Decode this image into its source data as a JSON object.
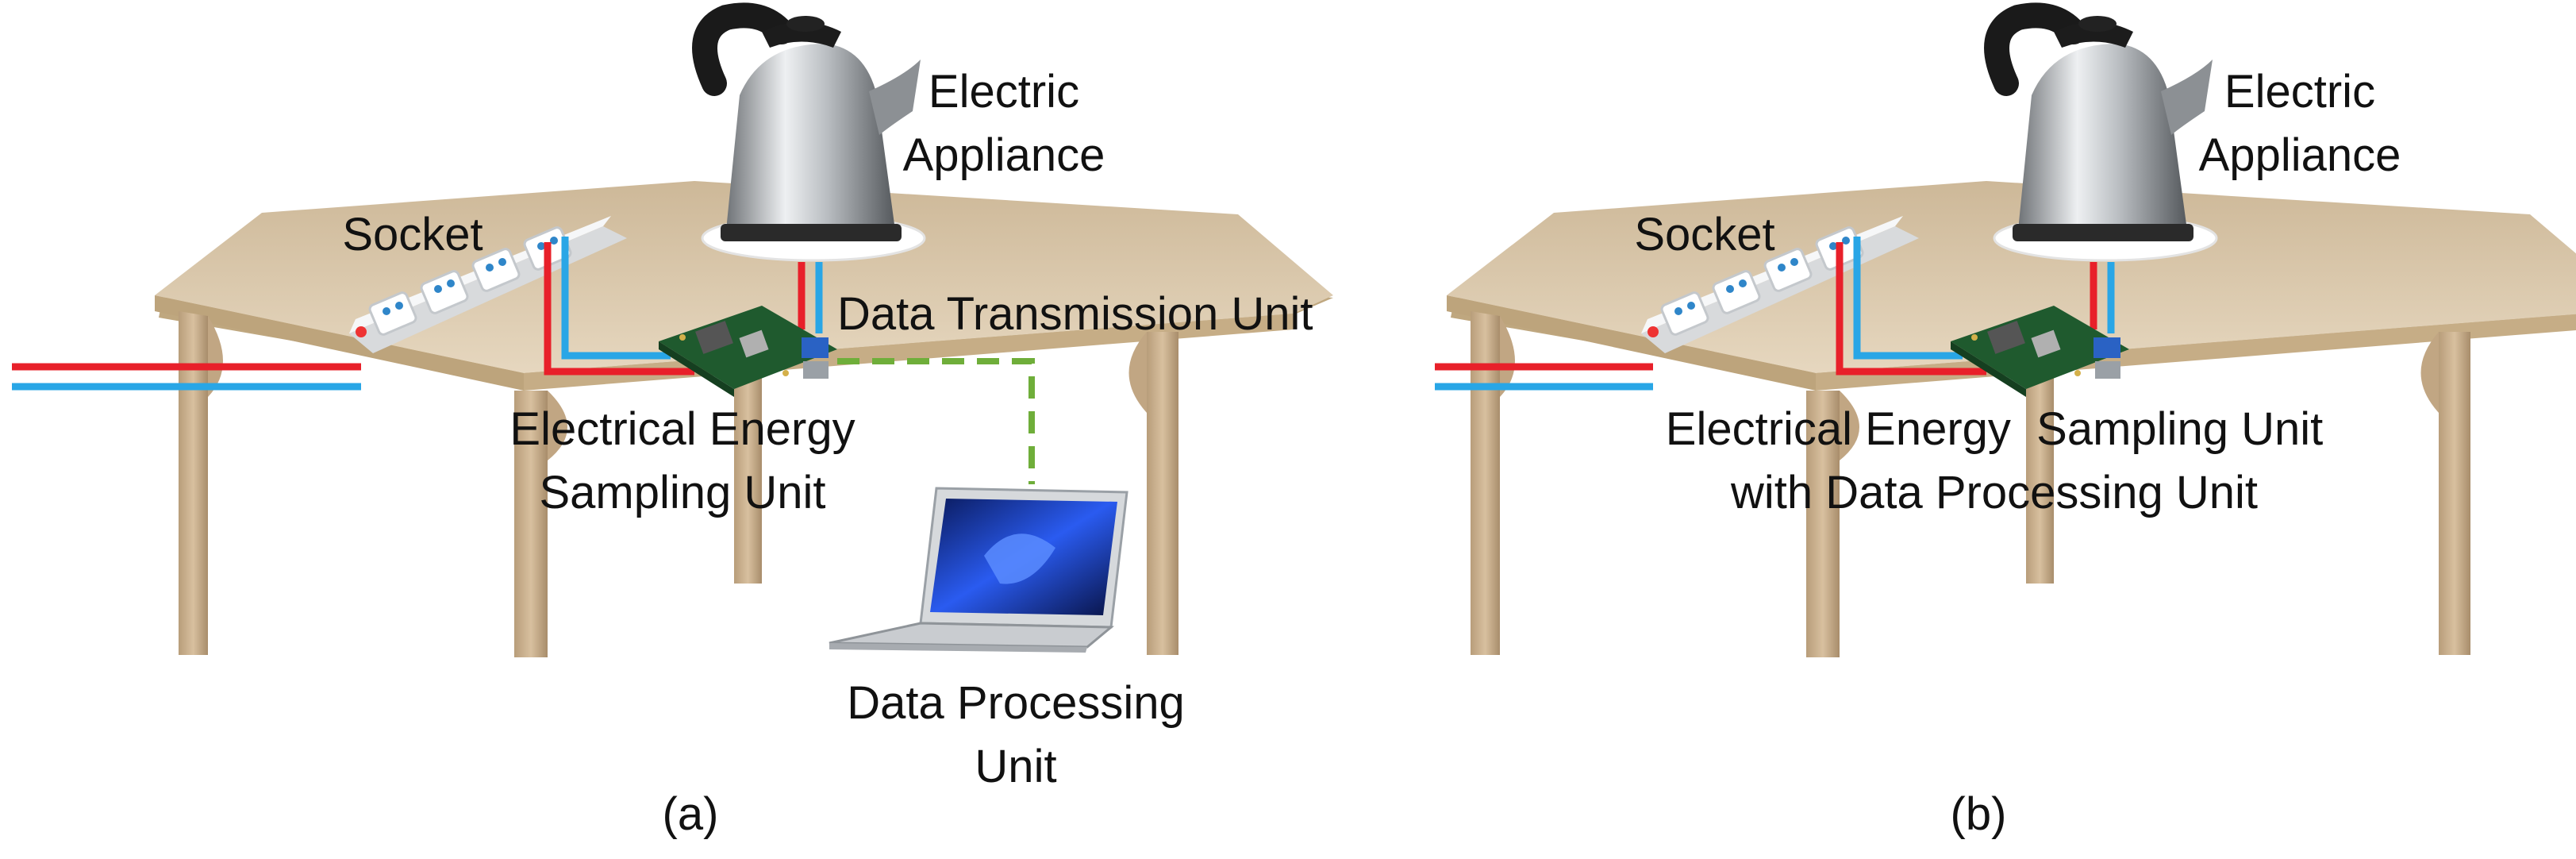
{
  "panels": [
    {
      "caption": "(a)",
      "labels": {
        "appliance_line1": "Electric",
        "appliance_line2": "Appliance",
        "socket": "Socket",
        "transmission": "Data Transmission Unit",
        "sampling_line1": "Electrical Energy",
        "sampling_line2": "Sampling Unit",
        "processing_line1": "Data Processing",
        "processing_line2": "Unit"
      }
    },
    {
      "caption": "(b)",
      "labels": {
        "appliance_line1": "Electric",
        "appliance_line2": "Appliance",
        "socket": "Socket",
        "combined_line1": "Electrical Energy  Sampling Unit",
        "combined_line2": "with Data Processing Unit"
      }
    }
  ],
  "colors": {
    "live_wire": "#e8202a",
    "neutral_wire": "#29a6e6",
    "wireless_link": "#6fae3a",
    "table_top": "#d9c6a6",
    "table_leg": "#c9ad8a"
  },
  "icons": [
    "kettle-icon",
    "power-strip-icon",
    "circuit-board-icon",
    "laptop-icon",
    "table-icon"
  ]
}
